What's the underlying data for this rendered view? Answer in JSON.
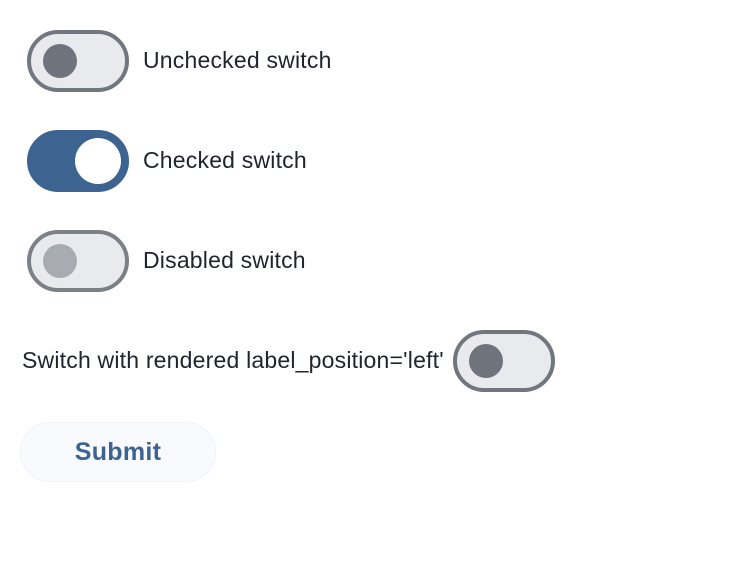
{
  "colors": {
    "accent_blue": "#3d6491",
    "track_gray": "#e9eaee",
    "border_gray": "#72767e",
    "knob_gray": "#6e737c",
    "knob_disabled_gray": "#a8abb1",
    "label_text": "#21242e",
    "submit_bg": "#f9fafd"
  },
  "switches": [
    {
      "label": "Unchecked switch",
      "state": "unchecked",
      "label_position": "right"
    },
    {
      "label": "Checked switch",
      "state": "checked",
      "label_position": "right"
    },
    {
      "label": "Disabled switch",
      "state": "disabled",
      "label_position": "right"
    },
    {
      "label": "Switch with rendered label_position='left'",
      "state": "unchecked",
      "label_position": "left"
    }
  ],
  "submit_button": {
    "label": "Submit"
  }
}
